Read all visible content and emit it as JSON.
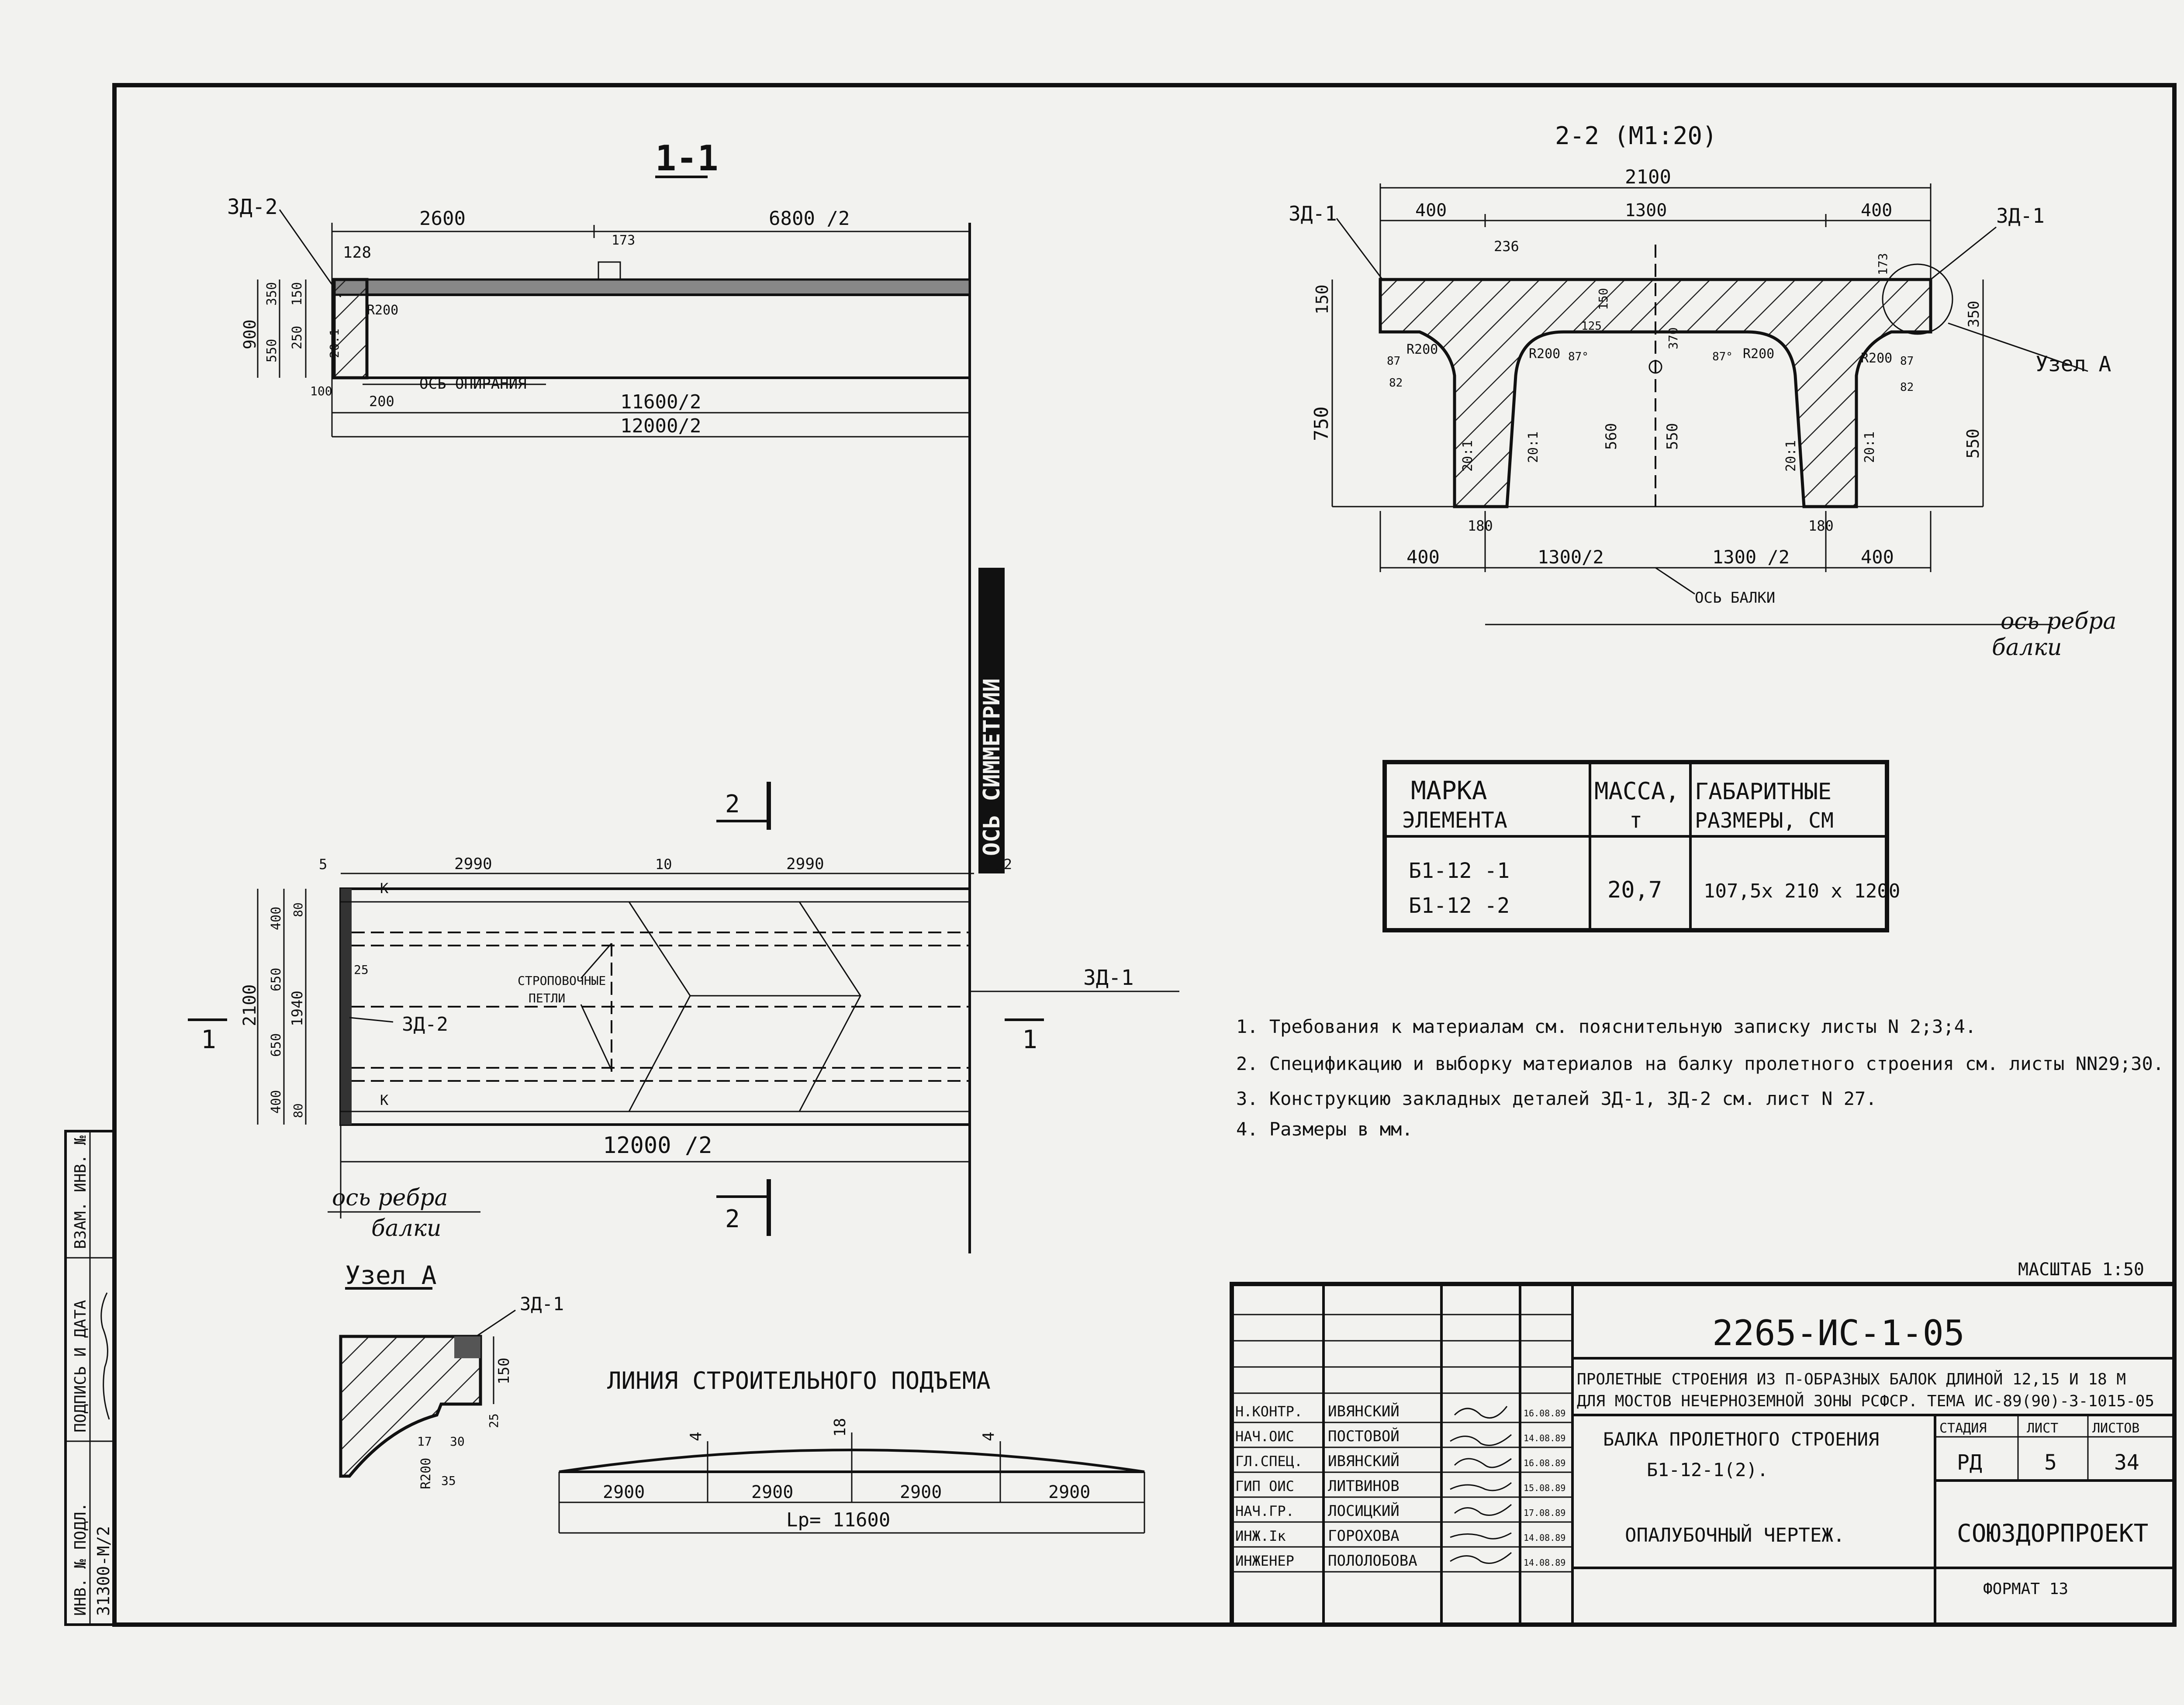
{
  "section_1_1": {
    "title": "1-1",
    "callout_zd2": "ЗД-2",
    "dim_2600": "2600",
    "dim_6800": "6800 /2",
    "dim_128": "128",
    "dim_173": "173",
    "dim_900": "900",
    "dim_350": "350",
    "dim_550": "550",
    "dim_150": "150",
    "dim_250": "250",
    "dim_100": "100",
    "r200": "R200",
    "slope": "20:1",
    "dim_200": "200",
    "support_axis": "ОСЬ ОПИРАНИЯ",
    "dim_11600": "11600/2",
    "dim_12000": "12000/2"
  },
  "symmetry_axis": "ОСЬ СИММЕТРИИ",
  "section_2_2": {
    "title": "2-2 (М1:20)",
    "callout_left": "ЗД-1",
    "callout_right": "ЗД-1",
    "dim_2100": "2100",
    "dim_400_left": "400",
    "dim_1300": "1300",
    "dim_400_right": "400",
    "dim_236": "236",
    "dim_173": "173",
    "dim_150": "150",
    "dim_370": "370",
    "dim_350": "350",
    "dim_750": "750",
    "r200_a": "R200",
    "r200_b": "R200",
    "r200_c": "R200",
    "r200_d": "R200",
    "dim_87_a": "87",
    "dim_87_b": "87°",
    "dim_87_c": "87°",
    "dim_87_d": "87",
    "dim_82_a": "82",
    "dim_82_b": "82",
    "dim_125": "125",
    "dim_560": "560",
    "dim_550_a": "550",
    "dim_550_b": "550",
    "slope_a": "20:1",
    "slope_b": "20:1",
    "slope_c": "20:1",
    "slope_d": "20:1",
    "dim_180_a": "180",
    "dim_180_b": "180",
    "dim_bottom_400_left": "400",
    "dim_bottom_1300_left": "1300/2",
    "dim_bottom_1300_right": "1300 /2",
    "dim_bottom_400_right": "400",
    "beam_axis": "ОСЬ БАЛКИ",
    "node_a": "Узел А",
    "rib_axis_1": "ось ребра",
    "rib_axis_2": "балки"
  },
  "spec_table": {
    "h_mark_1": "МАРКА",
    "h_mark_2": "ЭЛЕМЕНТА",
    "h_mass_1": "МАССА,",
    "h_mass_2": "т",
    "h_size_1": "ГАБАРИТНЫЕ",
    "h_size_2": "РАЗМЕРЫ, СМ",
    "row_mark_1": "Б1-12 -1",
    "row_mark_2": "Б1-12 -2",
    "row_mass": "20,7",
    "row_size": "107,5х 210 х 1200"
  },
  "plan": {
    "section_mark_top": "2",
    "section_mark_bottom": "2",
    "section_1_left": "1",
    "section_1_right": "1",
    "dim_5": "5",
    "dim_2990_a": "2990",
    "dim_10": "10",
    "dim_2990_b": "2990",
    "dim_10_2": "10/2",
    "dim_2100": "2100",
    "dim_400_top": "400",
    "dim_650_top": "650",
    "dim_650_bot": "650",
    "dim_400_bot": "400",
    "dim_80_top": "80",
    "dim_80_bot": "80",
    "dim_1940": "1940",
    "dim_25": "25",
    "lifting_loops_1": "СТРОПОВОЧНЫЕ",
    "lifting_loops_2": "ПЕТЛИ",
    "callout_zd2": "ЗД-2",
    "callout_zd1": "ЗД-1",
    "k_top": "К",
    "k_bot": "К",
    "dim_12000": "12000 /2",
    "rib_axis_1": "ось ребра",
    "rib_axis_2": "балки"
  },
  "notes": [
    "1. Требования к материалам см. пояснительную записку листы N 2;3;4.",
    "2. Спецификацию и выборку материалов на балку пролетного строения см. листы NN29;30.",
    "3. Конструкцию закладных деталей ЗД-1, ЗД-2 см. лист N 27.",
    "4. Размеры в мм."
  ],
  "scale": "МАСШТАБ 1:50",
  "node_a_detail": {
    "title": "Узел А",
    "callout": "ЗД-1",
    "dim_150": "150",
    "dim_25": "25",
    "dim_17": "17",
    "dim_30": "30",
    "dim_35": "35",
    "r200": "R200"
  },
  "camber": {
    "title": "ЛИНИЯ  СТРОИТЕЛЬНОГО  ПОДЪЕМА",
    "ord_4a": "4",
    "ord_18": "18",
    "ord_4b": "4",
    "seg_1": "2900",
    "seg_2": "2900",
    "seg_3": "2900",
    "seg_4": "2900",
    "span": "Lр= 11600"
  },
  "side_stamp": {
    "inv_orig": "ИНВ. № ПОДЛ.",
    "sign_date": "ПОДПИСЬ И ДАТА",
    "inv_repl": "ВЗАМ. ИНВ. №",
    "inv_value": "31300-М/2"
  },
  "title_block": {
    "code": "2265-ИС-1-05",
    "project_1": "ПРОЛЕТНЫЕ СТРОЕНИЯ ИЗ П-ОБРАЗНЫХ БАЛОК ДЛИНОЙ 12,15 И 18 М",
    "project_2": "ДЛЯ МОСТОВ НЕЧЕРНОЗЕМНОЙ ЗОНЫ РСФСР. ТЕМА ИС-89(90)-3-1015-05",
    "sheet_title_1": "БАЛКА ПРОЛЕТНОГО СТРОЕНИЯ",
    "sheet_title_2": "Б1-12-1(2).",
    "drawing_name": "ОПАЛУБОЧНЫЙ ЧЕРТЕЖ.",
    "stage_label": "СТАДИЯ",
    "sheet_label": "ЛИСТ",
    "sheets_label": "ЛИСТОВ",
    "stage": "РД",
    "sheet": "5",
    "sheets": "34",
    "org": "СОЮЗДОРПРОЕКТ",
    "format": "ФОРМАТ 13",
    "roles": [
      "Н.КОНТР.",
      "НАЧ.ОИС",
      "ГЛ.СПЕЦ.",
      "ГИП ОИС",
      "НАЧ.ГР.",
      "ИНЖ.Iк",
      "ИНЖЕНЕР"
    ],
    "names": [
      "ИВЯНСКИЙ",
      "ПОСТОВОЙ",
      "ИВЯНСКИЙ",
      "ЛИТВИНОВ",
      "ЛОСИЦКИЙ",
      "ГОРОХОВА",
      "ПОЛОЛОБОВА"
    ],
    "dates": [
      "16.08.89",
      "14.08.89",
      "16.08.89",
      "15.08.89",
      "17.08.89",
      "14.08.89",
      "14.08.89"
    ]
  }
}
